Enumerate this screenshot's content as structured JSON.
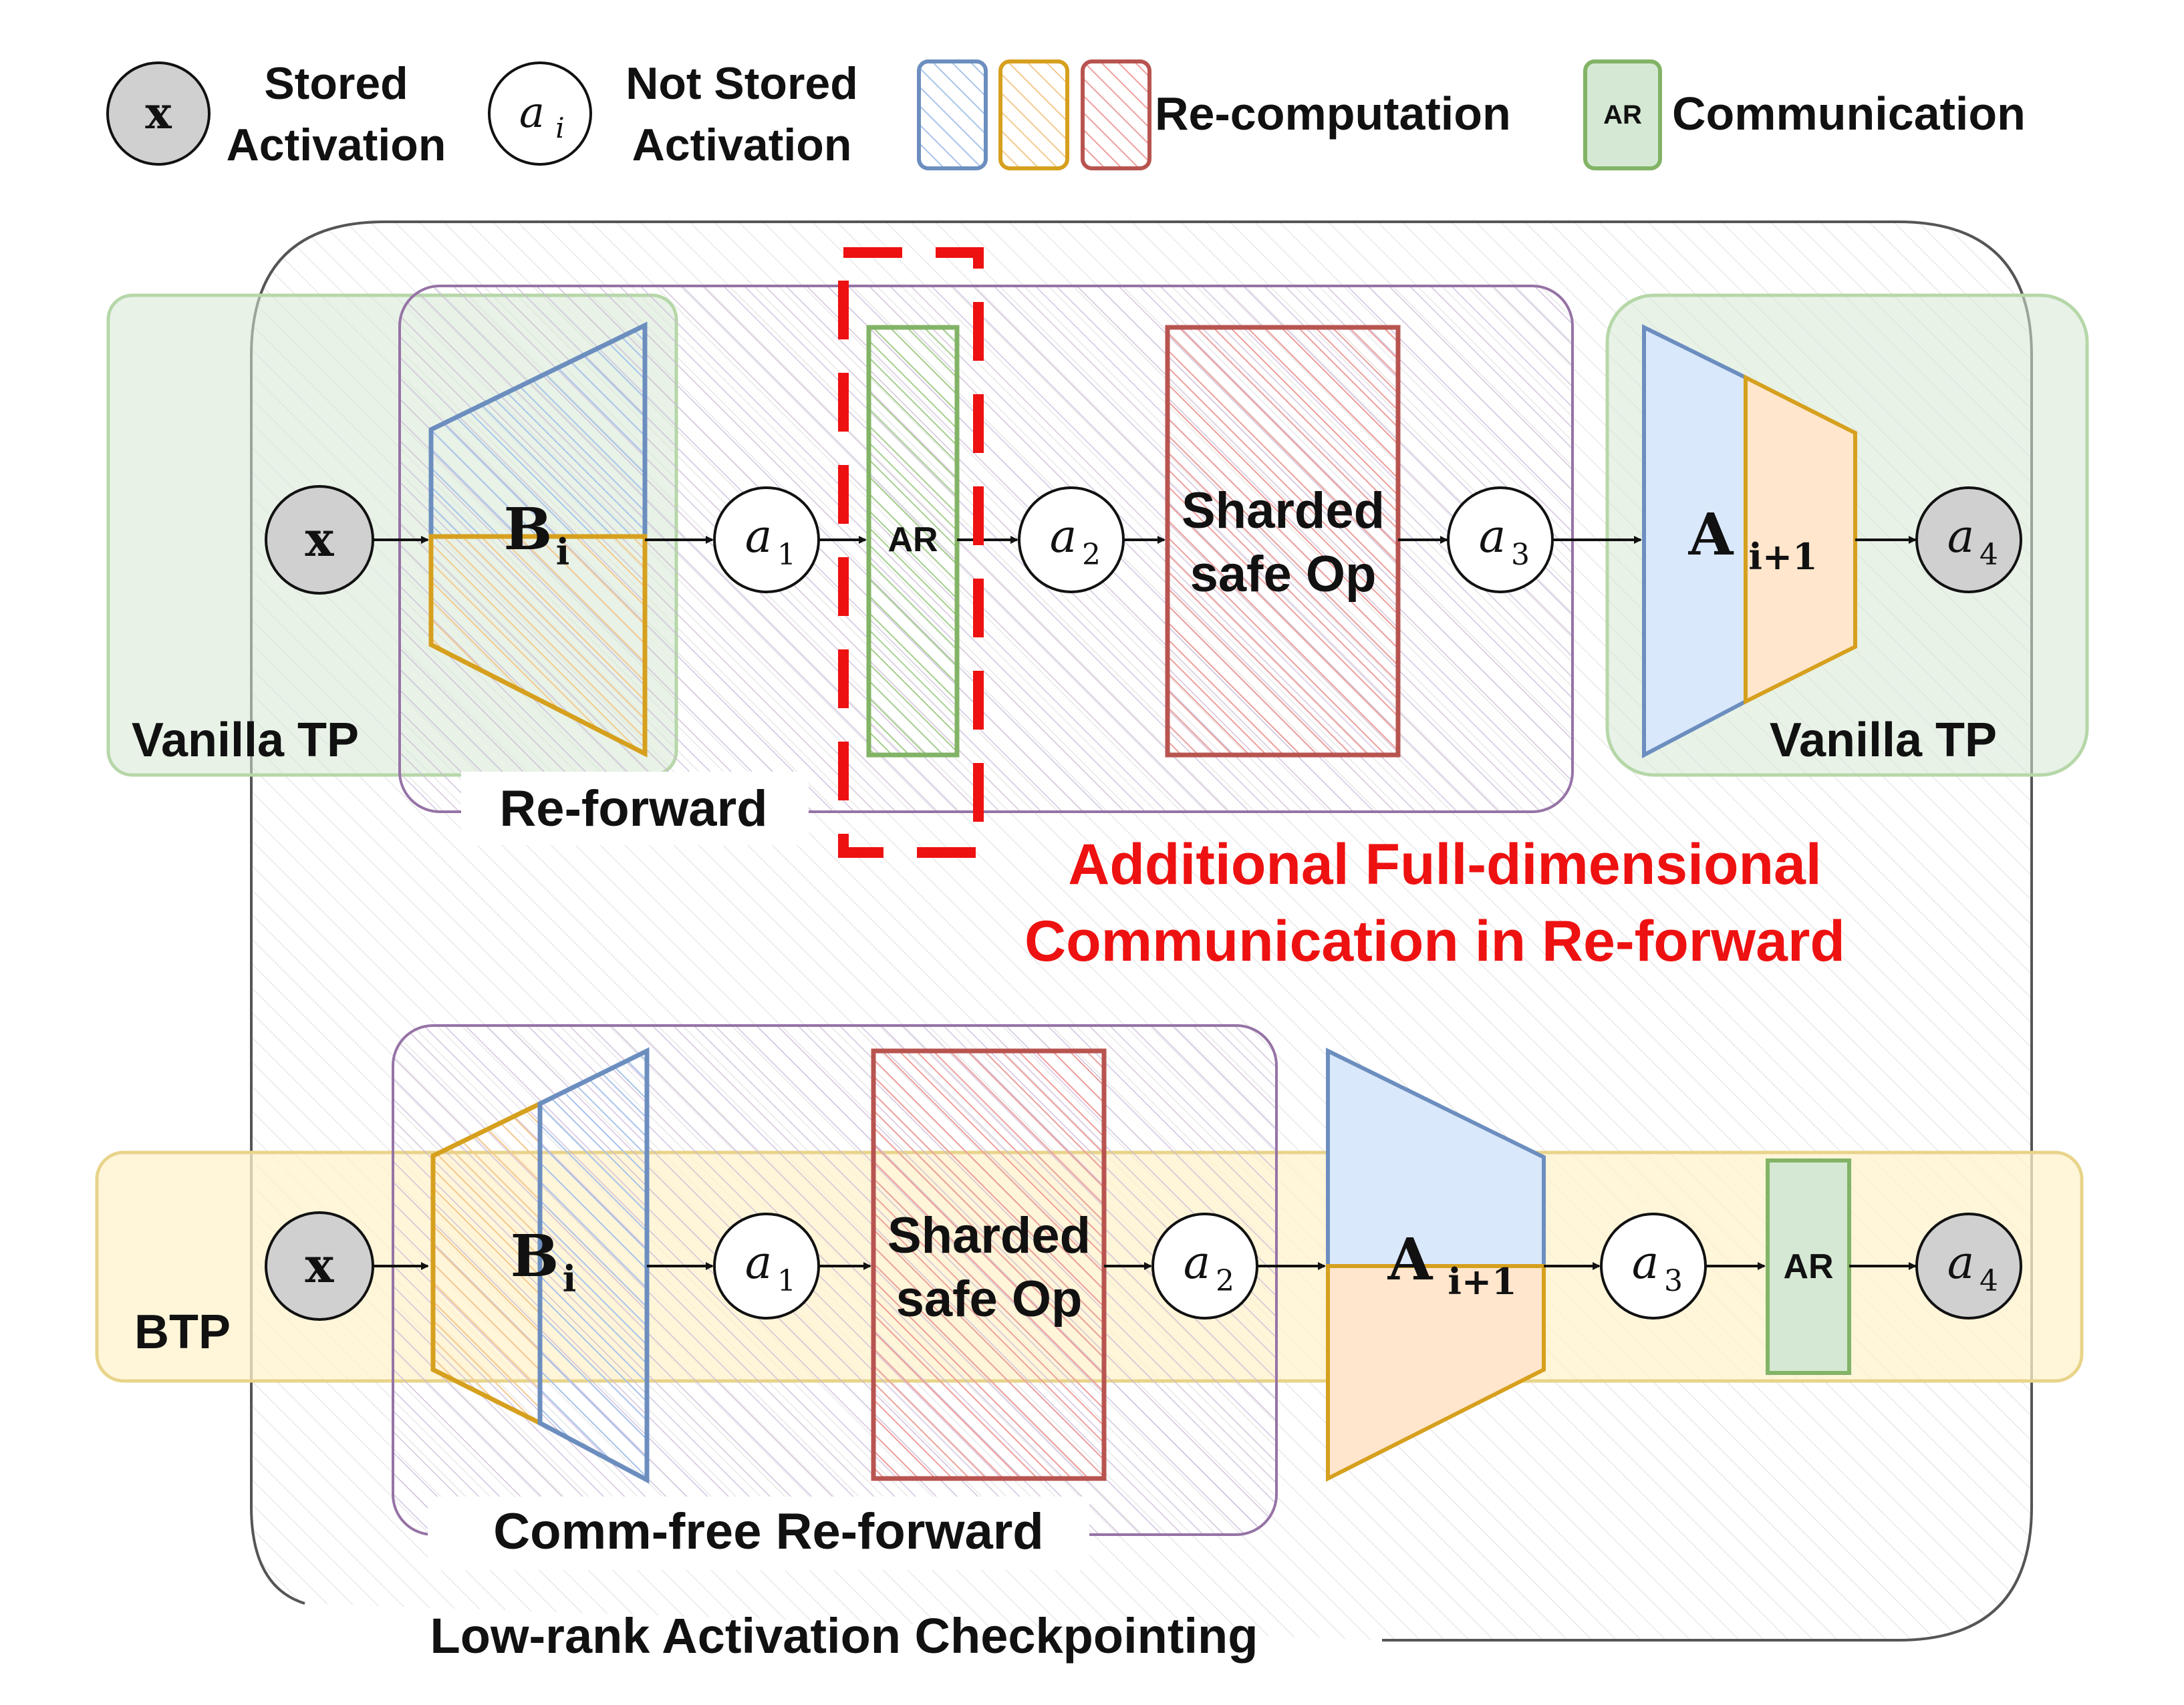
{
  "legend": {
    "stored_symbol": "x",
    "stored_label_1": "Stored",
    "stored_label_2": "Activation",
    "notstored_symbol_base": "a",
    "notstored_symbol_sub": "i",
    "notstored_label_1": "Not Stored",
    "notstored_label_2": "Activation",
    "recomputation_label": "Re-computation",
    "communication_symbol": "AR",
    "communication_label": "Communication"
  },
  "colors": {
    "blue": "#6c8ebf",
    "blue_fill": "#dae8fc",
    "orange": "#d6a01e",
    "orange_fill": "#ffe6cc",
    "red": "#b85450",
    "red_fill": "#f8cecc",
    "green": "#82b366",
    "green_fill": "#d5e8d4",
    "purple": "#9673a6",
    "yellow_fill": "#fff2cc",
    "yellow_stroke": "#e8d48a",
    "stored_fill": "#d0d0d0",
    "highlight_red": "#ee1111"
  },
  "top": {
    "band_left_label": "Vanilla TP",
    "band_right_label": "Vanilla TP",
    "reforward_label": "Re-forward",
    "x": "x",
    "B_base": "B",
    "B_sub": "i",
    "a1": {
      "base": "a",
      "sub": "1"
    },
    "ar": "AR",
    "a2": {
      "base": "a",
      "sub": "2"
    },
    "op_line1": "Sharded",
    "op_line2": "safe Op",
    "a3": {
      "base": "a",
      "sub": "3"
    },
    "A_base": "A",
    "A_sub": "i+1",
    "a4": {
      "base": "a",
      "sub": "4"
    },
    "callout_line1": "Additional Full-dimensional",
    "callout_line2": "Communication in Re-forward"
  },
  "bottom": {
    "band_label": "BTP",
    "reforward_label": "Comm-free Re-forward",
    "x": "x",
    "B_base": "B",
    "B_sub": "i",
    "a1": {
      "base": "a",
      "sub": "1"
    },
    "op_line1": "Sharded",
    "op_line2": "safe Op",
    "a2": {
      "base": "a",
      "sub": "2"
    },
    "A_base": "A",
    "A_sub": "i+1",
    "a3": {
      "base": "a",
      "sub": "3"
    },
    "ar": "AR",
    "a4": {
      "base": "a",
      "sub": "4"
    }
  },
  "container_label": "Low-rank Activation Checkpointing"
}
